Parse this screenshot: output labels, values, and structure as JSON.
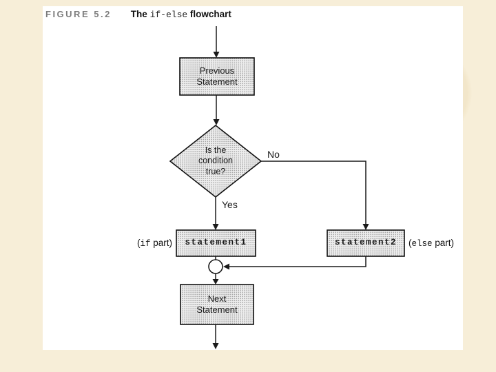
{
  "title": {
    "figure_label": "FIGURE 5.2",
    "prefix": "The ",
    "keyword": "if-else",
    "suffix": " flowchart"
  },
  "flowchart": {
    "previous_statement": "Previous\nStatement",
    "condition_question": "Is the\ncondition\ntrue?",
    "no_label": "No",
    "yes_label": "Yes",
    "statement1_label": "statement1",
    "statement2_label": "statement2",
    "if_part_prefix": "(",
    "if_part_keyword": "if",
    "if_part_suffix": " part)",
    "else_part_prefix": "(",
    "else_part_keyword": "else",
    "else_part_suffix": " part)",
    "next_statement": "Next\nStatement"
  },
  "colors": {
    "page_background": "#f7eed8",
    "slide_background": "#ffffff",
    "figure_label_color": "#7d7d7d",
    "line_color": "#1a1a1a",
    "shape_fill_base": "#ececec",
    "shape_dot_color": "#9f9f9f"
  }
}
